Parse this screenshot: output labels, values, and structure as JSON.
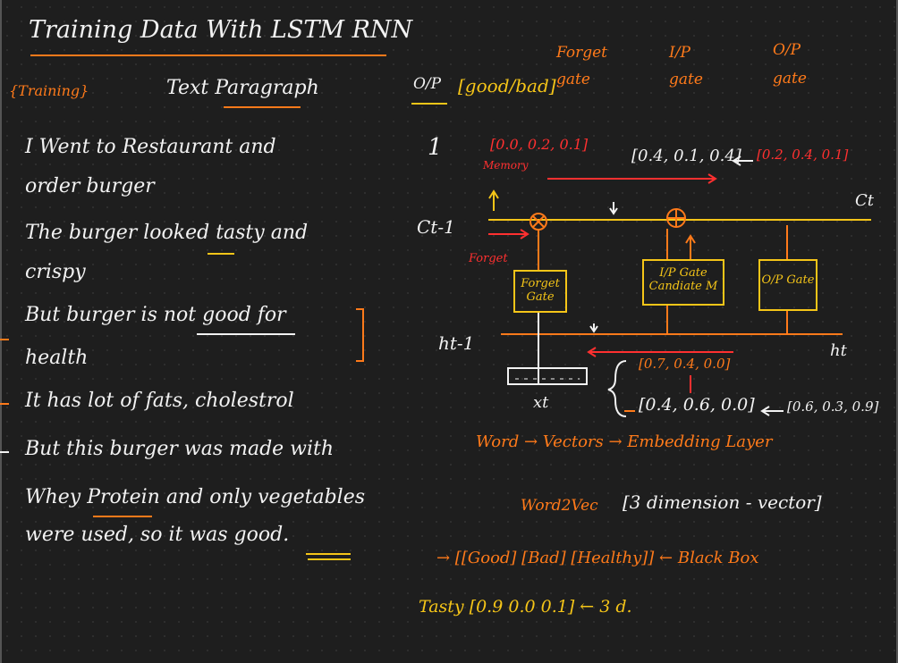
{
  "title": "Training Data With LSTM RNN",
  "left": {
    "tag": "{Training}",
    "subtitle": "Text Paragraph",
    "lines": [
      "I Went to Restaurant and",
      "order burger",
      "The burger looked tasty and",
      "crispy",
      "But burger is not good for",
      "health",
      "It has lot of fats, cholestrol",
      "But this burger was made with",
      "Whey Protein and only vegetables",
      "were used, so it was good."
    ]
  },
  "gate_header": {
    "output_label": "O/P",
    "output_value": "[good/bad]",
    "forget": "Forget gate",
    "input": "I/P gate",
    "output": "O/P gate"
  },
  "diagram": {
    "number": "1",
    "forget_vector": "[0.0, 0.2, 0.1]",
    "memory_label": "Memory",
    "mid_vector": "[0.4, 0.1, 0.4]",
    "input_vector": "[0.2, 0.4, 0.1]",
    "c_prev": "Ct-1",
    "c_t": "Ct",
    "forget_label": "Forget",
    "forget_box": "Forget Gate",
    "input_box": "I/P Gate Candiate M",
    "output_box": "O/P Gate",
    "h_prev": "ht-1",
    "h_t": "ht",
    "x_t": "xt",
    "vec_a": "[0.7, 0.4, 0.0]",
    "vec_b": "[0.4, 0.6, 0.0]",
    "vec_c": "[0.6, 0.3, 0.9]"
  },
  "bottom": {
    "pipeline": "Word → Vectors → Embedding Layer",
    "word2vec": "Word2Vec",
    "dimension": "[3 dimension - vector]",
    "categories": "→ [[Good] [Bad] [Healthy]] ← Black Box",
    "tasty": "Tasty [0.9   0.0   0.1] ← 3 d."
  },
  "colors": {
    "white": "#f2f2f2",
    "orange": "#ff7a1a",
    "yellow": "#f5c518",
    "red": "#ff3030"
  }
}
